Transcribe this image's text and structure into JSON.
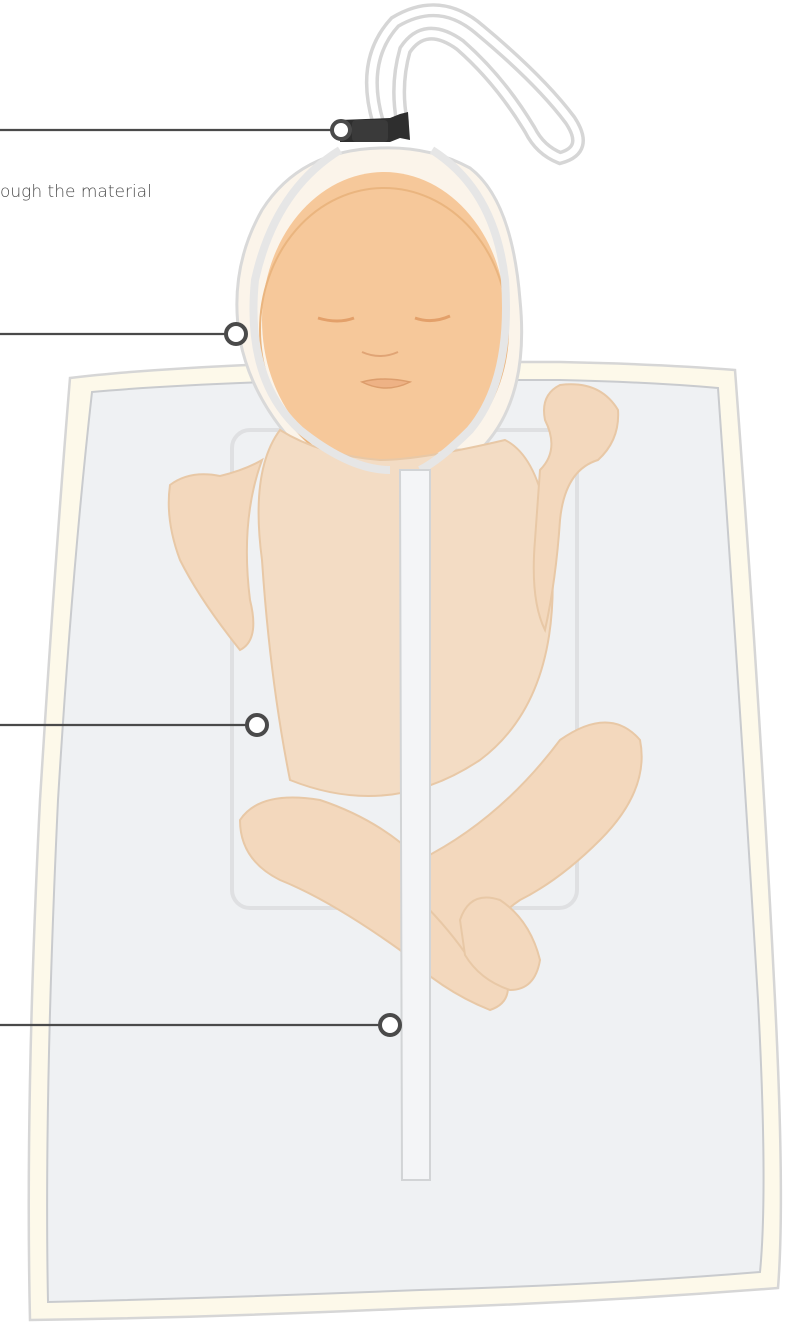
{
  "figure": {
    "caption_fragment": "ough the material",
    "subject": "newborn baby lying in a transparent wrap-around bag on a protective sheet",
    "callouts": [
      {
        "id": "callout-1",
        "target": "hanging-clip"
      },
      {
        "id": "callout-2",
        "target": "hood-edge"
      },
      {
        "id": "callout-3",
        "target": "bag-side"
      },
      {
        "id": "callout-4",
        "target": "center-strip"
      }
    ],
    "colors": {
      "skin": "#f6c89a",
      "skin_light": "#f3dcc4",
      "bag_outline": "#d8d8d8",
      "sheet_fill": "#eef0f2",
      "sheet_border": "#fdf9ea",
      "callout_line": "#4a4a4a",
      "clip": "#2e2e2e"
    }
  }
}
